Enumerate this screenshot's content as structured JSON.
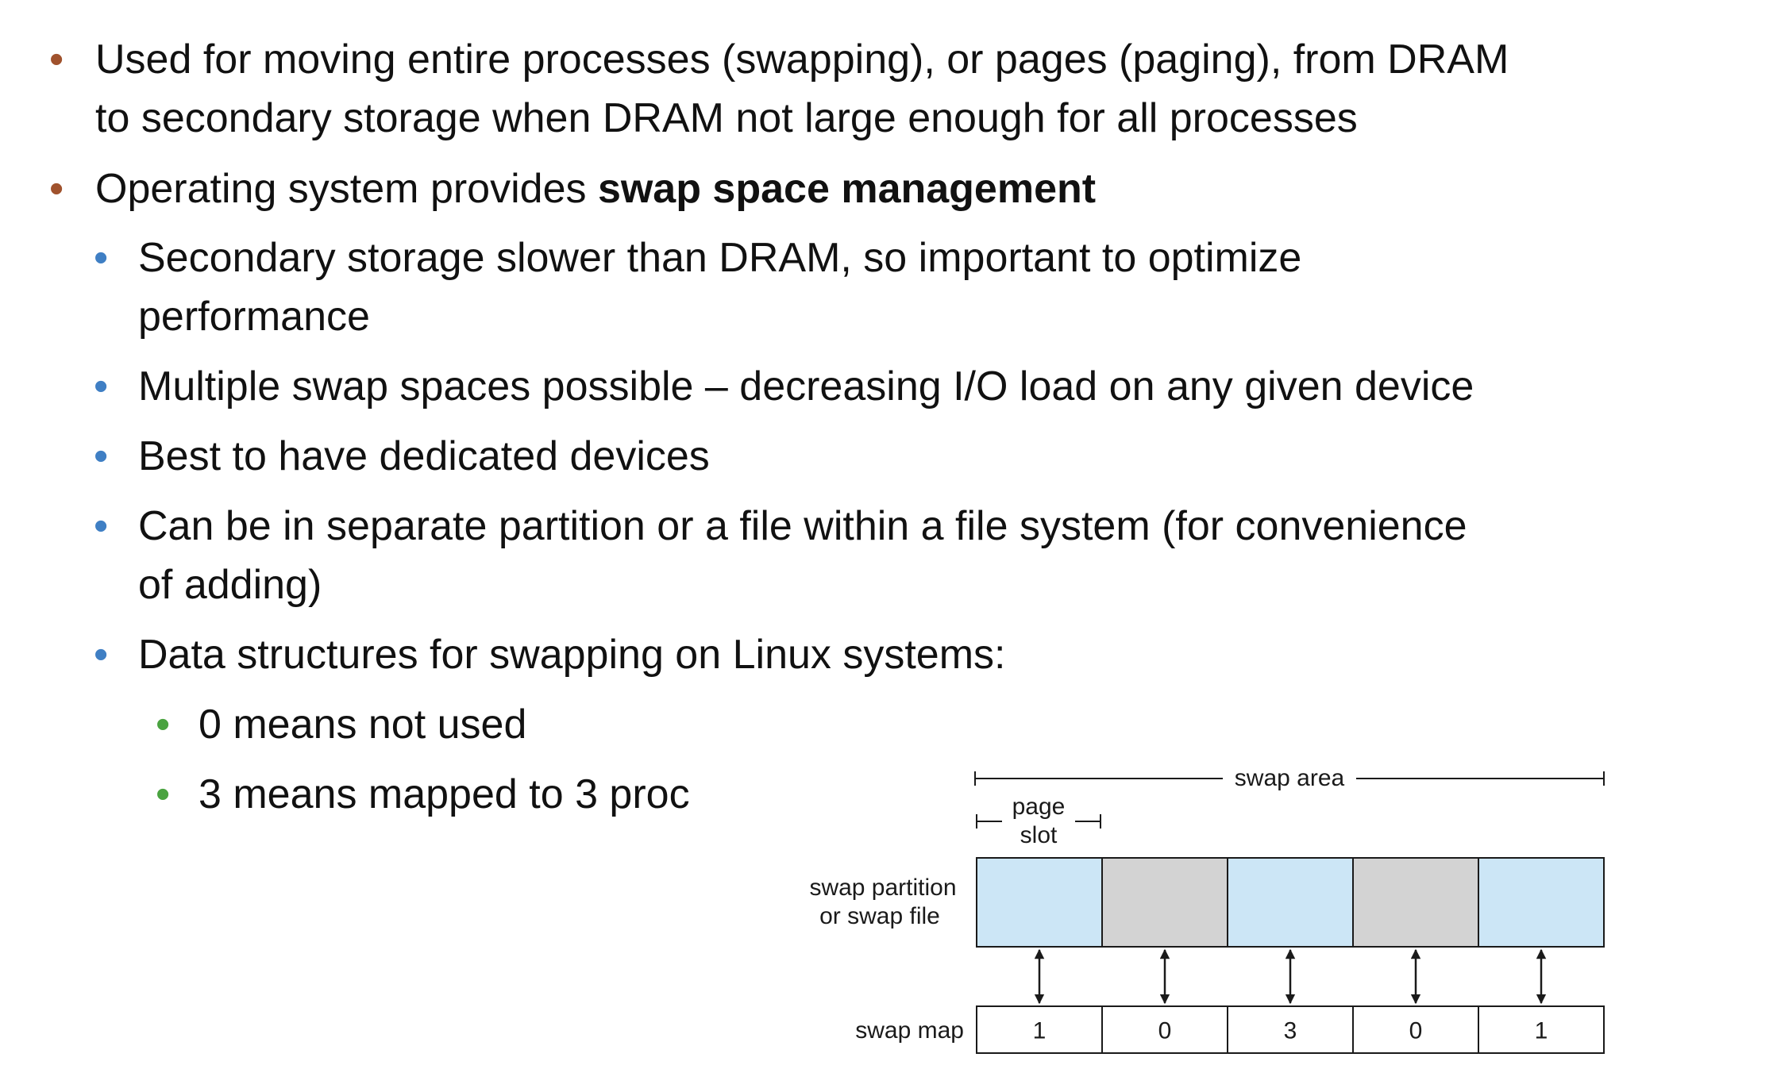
{
  "bullets": [
    {
      "level": 1,
      "lines": [
        "Used for moving entire processes (swapping), or pages (paging), from DRAM",
        "to secondary storage when DRAM not large enough for all processes"
      ]
    },
    {
      "level": 1,
      "prefix": "Operating system provides ",
      "bold": "swap space management"
    },
    {
      "level": 2,
      "lines": [
        "Secondary storage slower than DRAM, so important to optimize",
        "performance"
      ]
    },
    {
      "level": 2,
      "lines": [
        "Multiple swap spaces possible – decreasing I/O load on any given device"
      ]
    },
    {
      "level": 2,
      "lines": [
        "Best to have dedicated devices"
      ]
    },
    {
      "level": 2,
      "lines": [
        "Can be in separate partition or a file within a file system (for convenience",
        "of adding)"
      ]
    },
    {
      "level": 2,
      "lines": [
        "Data structures for swapping on Linux systems:"
      ]
    },
    {
      "level": 3,
      "lines": [
        "0 means not used"
      ]
    },
    {
      "level": 3,
      "lines": [
        "3 means mapped to 3 proc"
      ]
    }
  ],
  "diagram": {
    "swap_area_label": "swap area",
    "page_slot_label": [
      "page",
      "slot"
    ],
    "partition_label": [
      "swap partition",
      "or swap file"
    ],
    "swap_map_label": "swap map",
    "slot_states": [
      "used",
      "free",
      "used",
      "free",
      "used"
    ],
    "swap_map_values": [
      "1",
      "0",
      "3",
      "0",
      "1"
    ],
    "colors": {
      "used": "#cce6f6",
      "free": "#d3d3d3",
      "stroke": "#1a1a1a"
    }
  }
}
